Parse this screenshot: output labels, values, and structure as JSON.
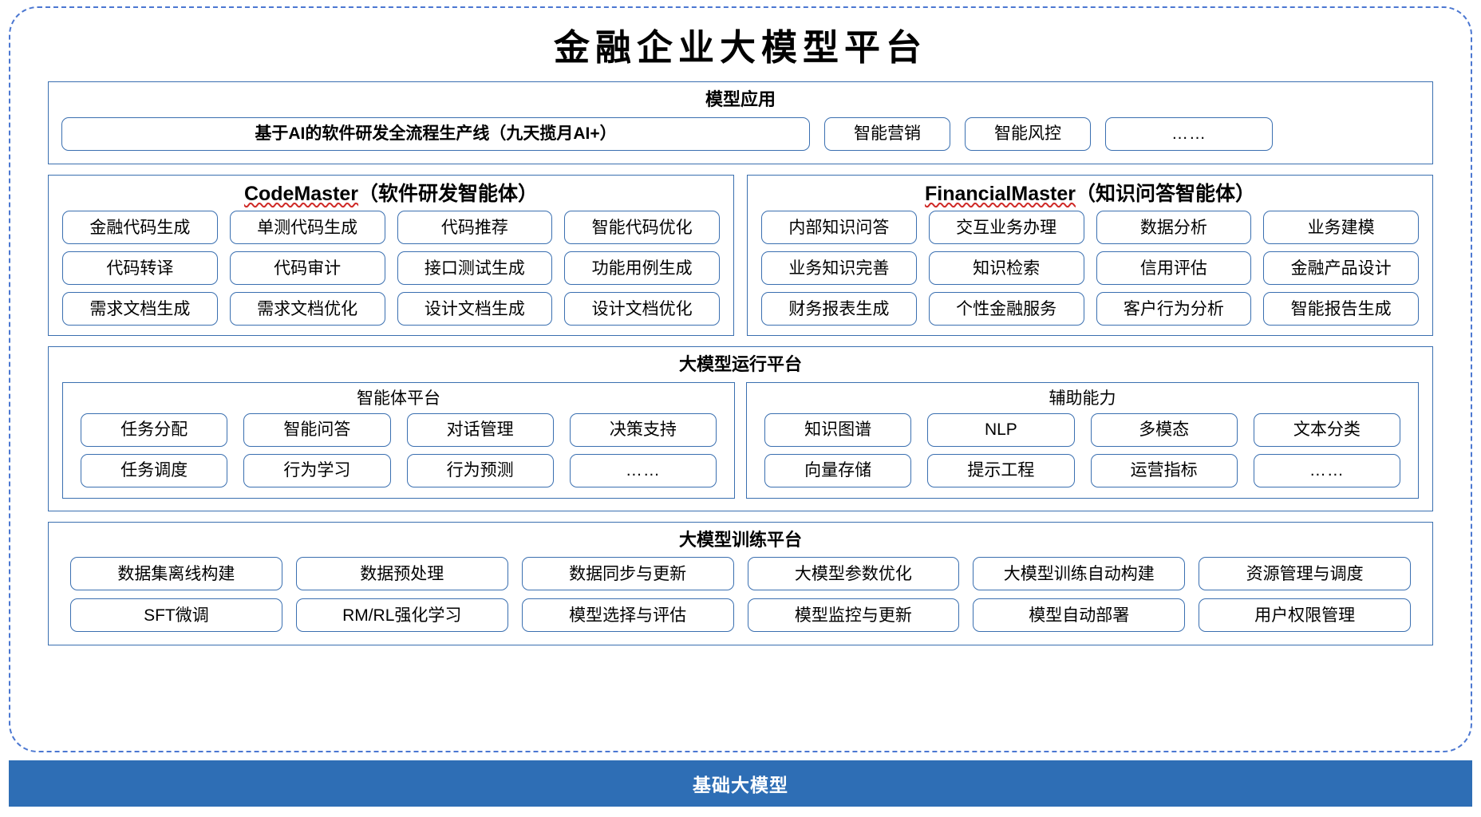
{
  "title": "金融企业大模型平台",
  "model_application": {
    "title": "模型应用",
    "items": [
      {
        "label": "基于AI的软件研发全流程生产线（九天揽月AI+）",
        "style": "wide"
      },
      {
        "label": "智能营销",
        "style": "small"
      },
      {
        "label": "智能风控",
        "style": "small"
      },
      {
        "label": "……",
        "style": "dots"
      }
    ]
  },
  "agents": [
    {
      "name_en": "CodeMaster",
      "name_cn": "（软件研发智能体）",
      "items": [
        "金融代码生成",
        "单测代码生成",
        "代码推荐",
        "智能代码优化",
        "代码转译",
        "代码审计",
        "接口测试生成",
        "功能用例生成",
        "需求文档生成",
        "需求文档优化",
        "设计文档生成",
        "设计文档优化"
      ]
    },
    {
      "name_en": "FinancialMaster",
      "name_cn": "（知识问答智能体）",
      "items": [
        "内部知识问答",
        "交互业务办理",
        "数据分析",
        "业务建模",
        "业务知识完善",
        "知识检索",
        "信用评估",
        "金融产品设计",
        "财务报表生成",
        "个性金融服务",
        "客户行为分析",
        "智能报告生成"
      ]
    }
  ],
  "runtime_platform": {
    "title": "大模型运行平台",
    "columns": [
      {
        "title": "智能体平台",
        "items": [
          "任务分配",
          "智能问答",
          "对话管理",
          "决策支持",
          "任务调度",
          "行为学习",
          "行为预测",
          "……"
        ]
      },
      {
        "title": "辅助能力",
        "items": [
          "知识图谱",
          "NLP",
          "多模态",
          "文本分类",
          "向量存储",
          "提示工程",
          "运营指标",
          "……"
        ]
      }
    ]
  },
  "training_platform": {
    "title": "大模型训练平台",
    "items": [
      "数据集离线构建",
      "数据预处理",
      "数据同步与更新",
      "大模型参数优化",
      "大模型训练自动构建",
      "资源管理与调度",
      "SFT微调",
      "RM/RL强化学习",
      "模型选择与评估",
      "模型监控与更新",
      "模型自动部署",
      "用户权限管理"
    ]
  },
  "footer": {
    "label": "基础大模型"
  },
  "colors": {
    "accent_blue": "#3a6fb0",
    "footer_blue": "#2e6eb5",
    "dashed_border": "#4b77d1",
    "spell_underline": "#cf2a27"
  }
}
